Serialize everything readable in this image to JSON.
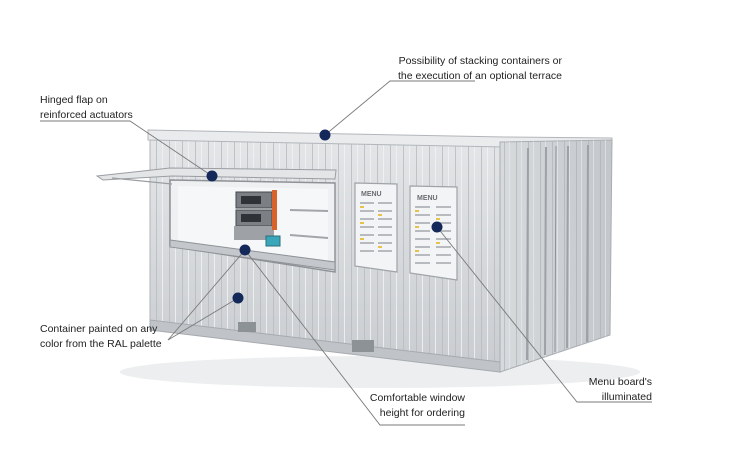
{
  "callouts": [
    {
      "id": "stacking",
      "text": "Possibility of stacking containers or\nthe execution of an optional terrace"
    },
    {
      "id": "flap",
      "text": "Hinged flap on\nreinforced actuators"
    },
    {
      "id": "paint",
      "text": "Container painted on any\ncolor from the RAL palette"
    },
    {
      "id": "window",
      "text": "Comfortable window\nheight for ordering"
    },
    {
      "id": "menu",
      "text": "Menu board's\nilluminated"
    }
  ],
  "menu_boards": [
    {
      "title": "MENU"
    },
    {
      "title": "MENU"
    }
  ],
  "colors": {
    "marker": "#14295a",
    "leader": "#7a7a7a",
    "container": "#d9dcdf",
    "accent_orange": "#d9622b"
  }
}
